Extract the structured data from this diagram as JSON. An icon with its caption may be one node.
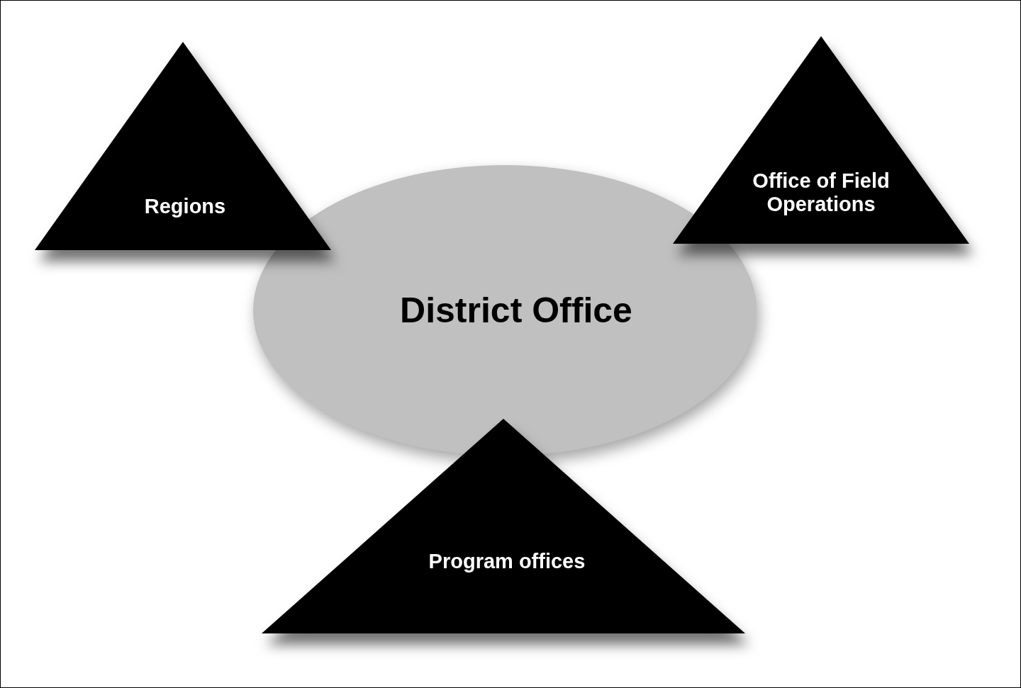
{
  "diagram": {
    "nodes": [
      {
        "text": [
          "Regions"
        ]
      },
      {
        "text": [
          "Office of Field Operations"
        ]
      },
      {
        "text": [
          "District Office"
        ]
      },
      {
        "text": [
          "Program offices"
        ]
      }
    ]
  }
}
